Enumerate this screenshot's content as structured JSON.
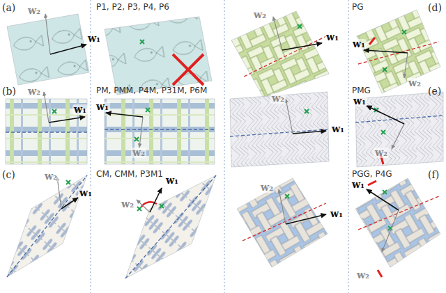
{
  "diagram": {
    "labels": [
      "(a)",
      "P1, P2, P3, P4, P6",
      "w₂",
      "w₁",
      "(b)",
      "PM, PMM, P4M, P31M, P6M",
      "w₂",
      "w₁",
      "w₁",
      "w₂",
      "(c)",
      "CM, CMM, P3M1",
      "w₂",
      "w₁",
      "w₁",
      "w₂",
      "(d)",
      "PG",
      "w₂",
      "w₁",
      "w₁",
      "w₂",
      "(e)",
      "PMG",
      "w₂",
      "w₁",
      "w₁",
      "w₂",
      "(f)",
      "PGG, P4G",
      "w₂",
      "w₁",
      "w₁",
      "w₂"
    ]
  }
}
